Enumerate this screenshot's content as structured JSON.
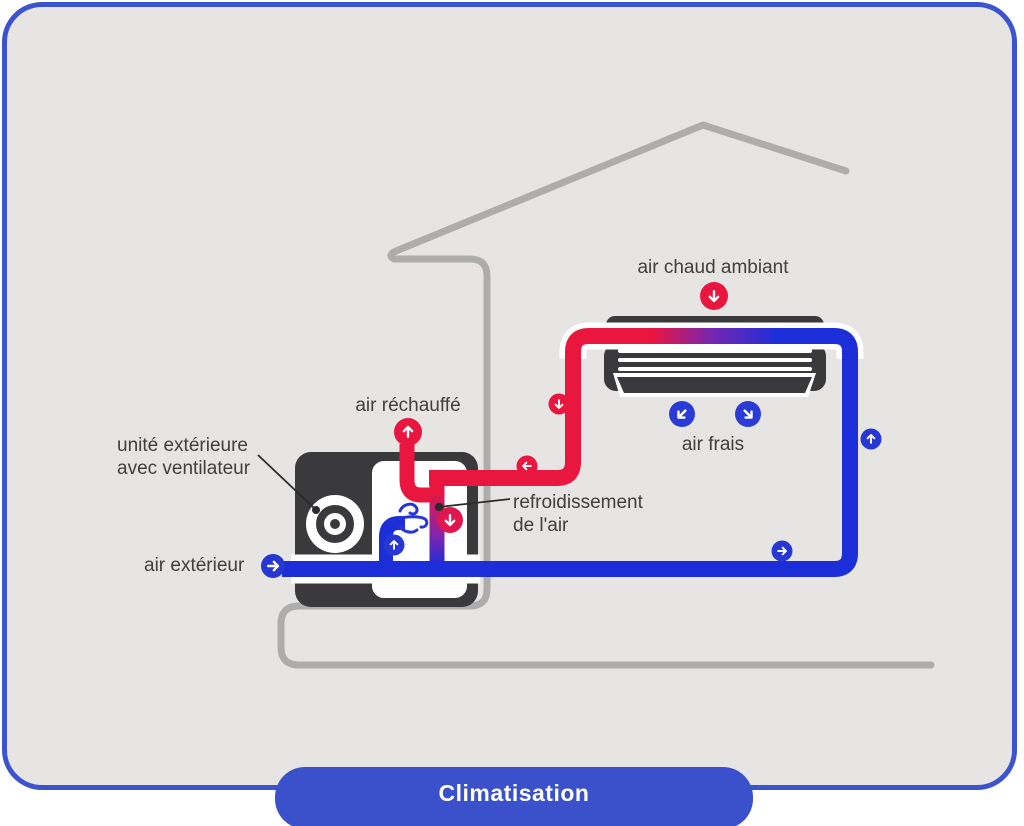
{
  "domain": "air-conditioning schematic diagram",
  "card": {
    "background": "#E6E5E4",
    "border_color": "#3B53CF"
  },
  "title": {
    "label": "Climatisation",
    "background": "#3B51CC",
    "text_color": "#FFFFFF"
  },
  "colors": {
    "hot_pipe_red": "#E9163F",
    "cold_pipe_blue": "#1C2ED8",
    "arrow_circle_blue": "#2737D2",
    "gradient_mid_purple": "#6F28B5",
    "house_outline_gray": "#ADADAD",
    "unit_dark": "#3A393B",
    "label_text": "#3F3F3F"
  },
  "labels": {
    "air_chaud_ambiant": "air chaud ambiant",
    "air_frais": "air frais",
    "air_rechauffe": "air réchauffé",
    "unite_exterieure_line1": "unité extérieure",
    "unite_exterieure_line2": "avec ventilateur",
    "air_exterieur": "air extérieur",
    "refroidissement_line1": "refroidissement",
    "refroidissement_line2": "de l'air"
  },
  "icons": [
    {
      "name": "arrow-room-hot-air-icon",
      "direction": "down",
      "color": "red",
      "near_label": "air chaud ambiant"
    },
    {
      "name": "arrow-exhaust-air-icon",
      "direction": "up",
      "color": "red",
      "near_label": "air réchauffé"
    },
    {
      "name": "arrow-cool-air-left-icon",
      "direction": "down-left",
      "color": "blue",
      "near_label": "air frais"
    },
    {
      "name": "arrow-cool-air-right-icon",
      "direction": "down-right",
      "color": "blue",
      "near_label": "air frais"
    },
    {
      "name": "arrow-outside-air-icon",
      "direction": "right",
      "color": "blue",
      "near_label": "air extérieur"
    },
    {
      "name": "arrow-hot-loop-down-icon",
      "direction": "down",
      "color": "red"
    },
    {
      "name": "arrow-hot-loop-left-icon",
      "direction": "left",
      "color": "red"
    },
    {
      "name": "arrow-cooling-down-icon",
      "direction": "down",
      "color": "red-to-purple gradient",
      "near_label": "refroidissement de l'air"
    },
    {
      "name": "arrow-fan-branch-up-icon",
      "direction": "up",
      "color": "blue"
    },
    {
      "name": "arrow-cold-loop-up-icon",
      "direction": "up",
      "color": "blue"
    },
    {
      "name": "arrow-cold-loop-right-icon",
      "direction": "right",
      "color": "blue"
    },
    {
      "name": "fan-icon",
      "meaning": "outdoor unit ventilator"
    },
    {
      "name": "breeze-icon",
      "meaning": "air blown by fan"
    }
  ]
}
